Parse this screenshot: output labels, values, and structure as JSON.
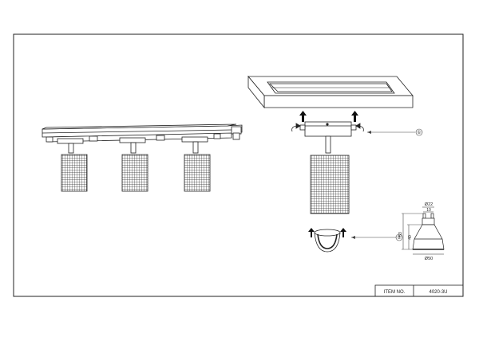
{
  "title_block": {
    "item_no_label": "ITEM NO.",
    "item_no_value": "4020-3U"
  },
  "callouts": {
    "mount_callout": "①",
    "bulb_callout": "②"
  },
  "dimensions": {
    "top_diameter": "Ø22",
    "pin_spacing": "10",
    "overall_height": "53",
    "body_height": "40",
    "bottom_diameter": "Ø50"
  },
  "colors": {
    "line": "#222222",
    "light_line": "#666666",
    "paper": "#ffffff"
  },
  "icons": [
    "arrow-up-icon",
    "rotate-arrow-icon"
  ]
}
